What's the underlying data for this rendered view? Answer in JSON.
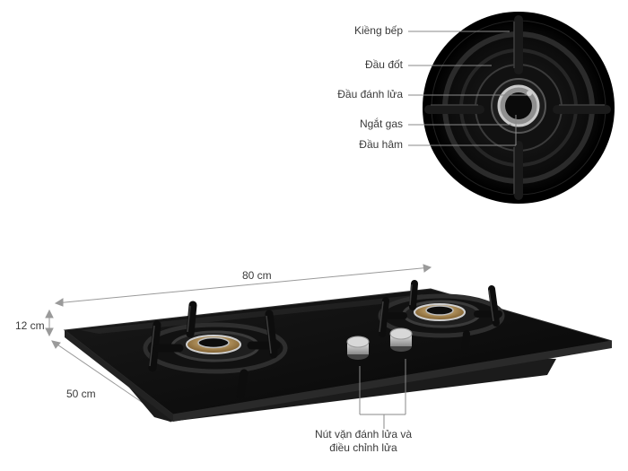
{
  "callouts": {
    "grate": "Kiềng bếp",
    "burner_head": "Đầu đốt",
    "igniter": "Đầu đánh lửa",
    "gas_cutoff": "Ngắt gas",
    "simmer_cap": "Đầu hâm"
  },
  "dimensions": {
    "width": "80 cm",
    "height": "12 cm",
    "depth": "50 cm"
  },
  "knobs": {
    "line1": "Nút vặn đánh lửa và",
    "line2": "điều chỉnh lửa"
  },
  "colors": {
    "glass": "#0b0b0b",
    "line": "#8a8a8a",
    "text": "#3a3a3a"
  }
}
